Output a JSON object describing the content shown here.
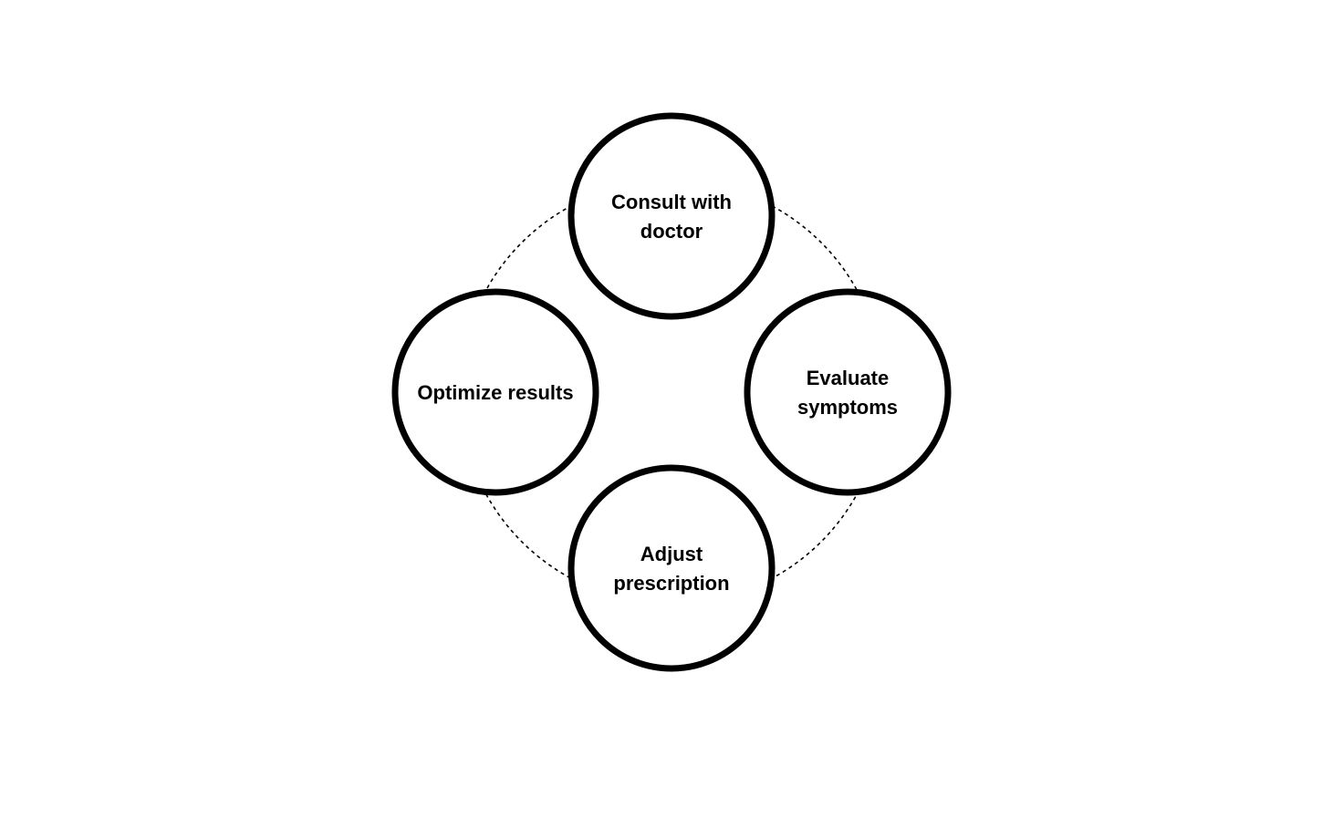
{
  "diagram": {
    "type": "cycle",
    "colors": {
      "stroke": "#000000",
      "fill": "#ffffff",
      "text": "#000000",
      "connector": "#000000"
    },
    "nodes": [
      {
        "id": "consult",
        "label": "Consult with doctor",
        "lines": [
          "Consult with",
          "doctor"
        ]
      },
      {
        "id": "evaluate",
        "label": "Evaluate symptoms",
        "lines": [
          "Evaluate",
          "symptoms"
        ]
      },
      {
        "id": "adjust",
        "label": "Adjust prescription",
        "lines": [
          "Adjust",
          "prescription"
        ]
      },
      {
        "id": "optimize",
        "label": "Optimize results",
        "lines": [
          "Optimize results"
        ]
      }
    ]
  }
}
